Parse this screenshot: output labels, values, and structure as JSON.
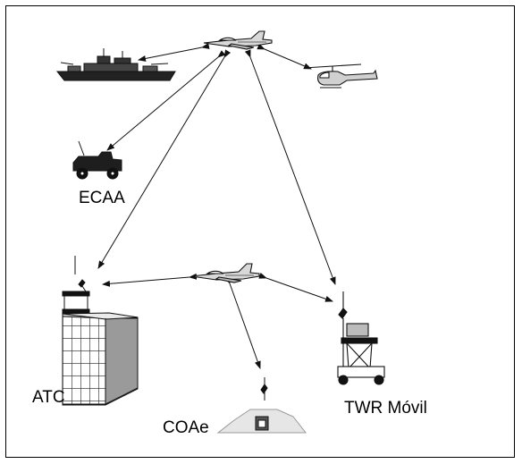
{
  "labels": {
    "ecaa": "ECAA",
    "atc": "ATC",
    "coae": "COAe",
    "twr": "TWR Móvil"
  },
  "colors": {
    "ink": "#000000",
    "stroke": "#1a1a1a",
    "gray": "#8a8a8a",
    "light_gray": "#cfcfcf",
    "background": "#ffffff"
  },
  "icons": [
    "jet-aircraft-icon",
    "warship-icon",
    "helicopter-icon",
    "jeep-radio-icon",
    "control-tower-building-icon",
    "mobile-tower-icon",
    "bunker-hill-icon"
  ]
}
